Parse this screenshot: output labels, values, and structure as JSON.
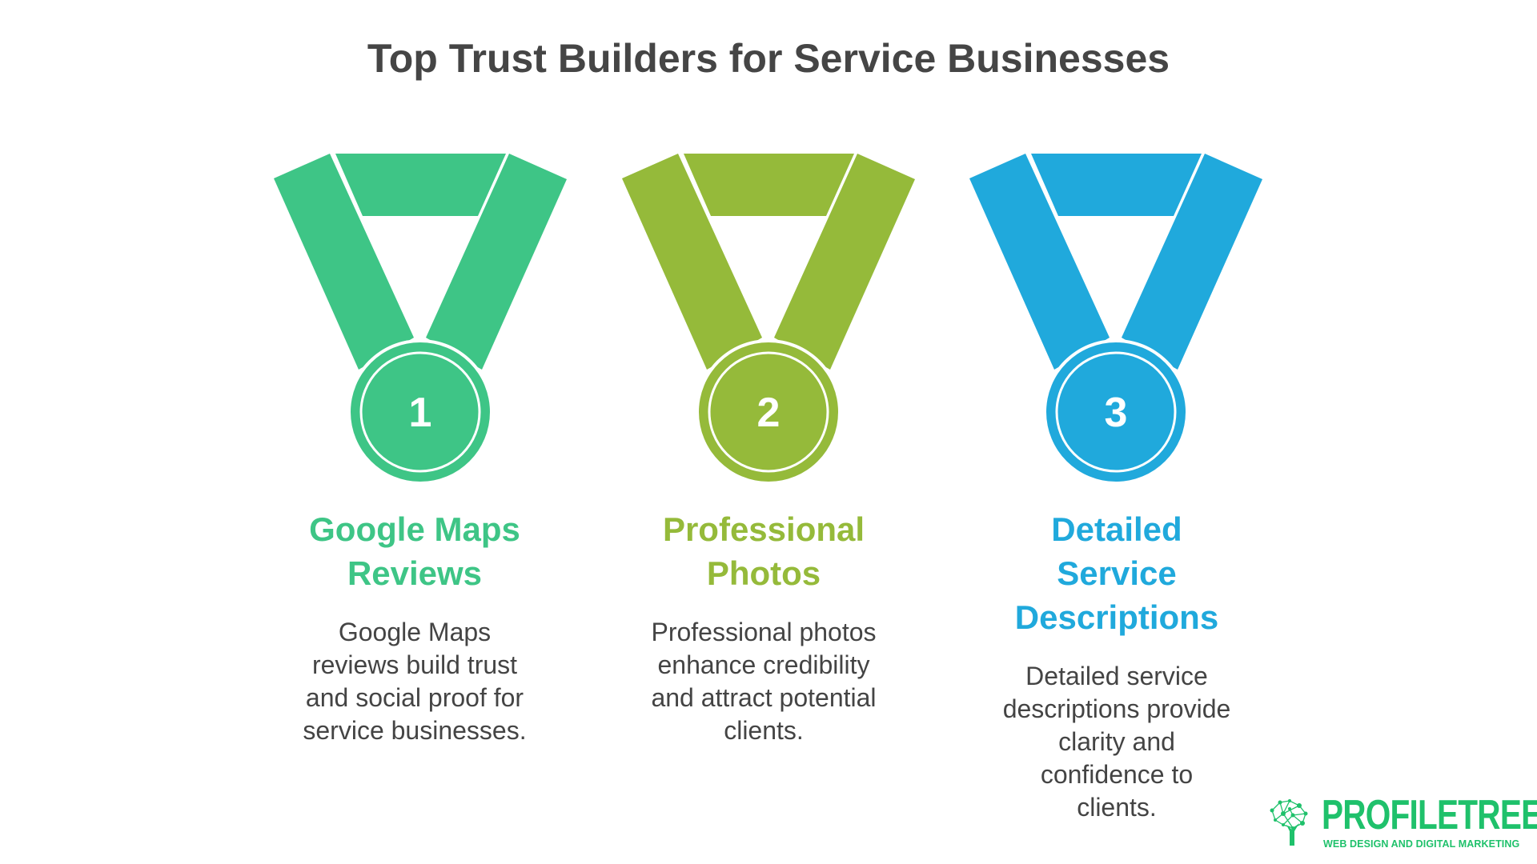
{
  "title": "Top Trust Builders for Service Businesses",
  "items": [
    {
      "number": "1",
      "color": "#3ec586",
      "heading": [
        "Google Maps",
        "Reviews"
      ],
      "description": [
        "Google Maps",
        "reviews build trust",
        "and social proof for",
        "service businesses."
      ]
    },
    {
      "number": "2",
      "color": "#95ba3a",
      "heading": [
        "Professional",
        "Photos"
      ],
      "description": [
        "Professional photos",
        "enhance credibility",
        "and attract potential",
        "clients."
      ]
    },
    {
      "number": "3",
      "color": "#20a9dc",
      "heading": [
        "Detailed",
        "Service",
        "Descriptions"
      ],
      "description": [
        "Detailed service",
        "descriptions provide",
        "clarity and",
        "confidence to",
        "clients."
      ]
    }
  ],
  "logo": {
    "name": "PROFILETREE",
    "tagline": "WEB DESIGN AND DIGITAL MARKETING",
    "color": "#1fc16b"
  }
}
